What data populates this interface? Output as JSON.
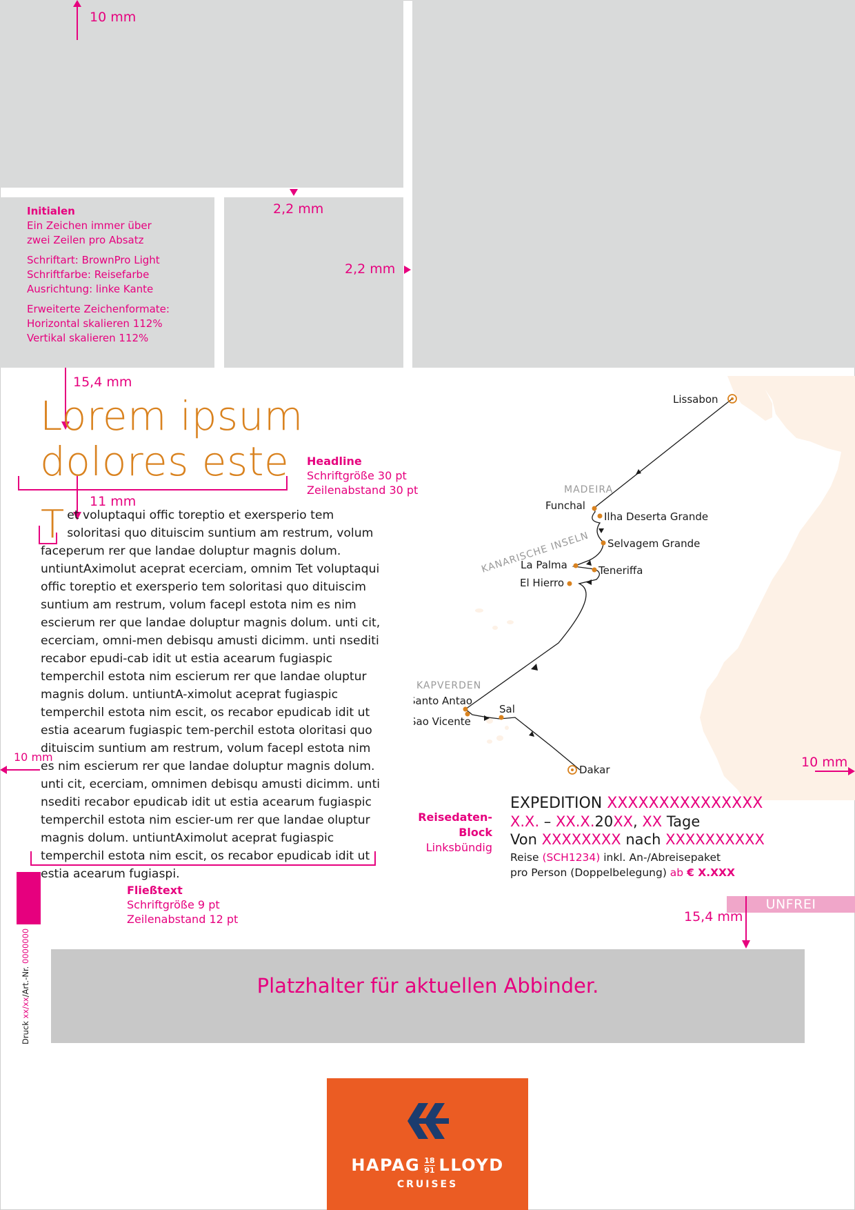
{
  "measurements": {
    "top_margin": "10 mm",
    "gap_horizontal": "2,2 mm",
    "gap_vertical": "2,2 mm",
    "headline_offset": "15,4 mm",
    "text_offset": "11 mm",
    "left_margin": "10 mm",
    "right_margin": "10 mm",
    "bottom_offset": "15,4 mm"
  },
  "initialen_note": {
    "title": "Initialen",
    "line1": "Ein Zeichen immer über",
    "line2": "zwei Zeilen pro Absatz",
    "line3": "Schriftart: BrownPro Light",
    "line4": "Schriftfarbe: Reisefarbe",
    "line5": "Ausrichtung: linke Kante",
    "line6": "Erweiterte Zeichenformate:",
    "line7": "Horizontal skalieren 112%",
    "line8": "Vertikal skalieren 112%"
  },
  "headline": {
    "line1": "Lorem ipsum",
    "line2": "dolores este"
  },
  "headline_note": {
    "title": "Headline",
    "line1": "Schriftgröße 30 pt",
    "line2": "Zeilenabstand 30 pt"
  },
  "body": {
    "dropcap": "T",
    "text": "et voluptaqui offic toreptio et exersperio tem soloritasi quo dituiscim suntium am restrum, volum faceperum rer que landae doluptur magnis dolum. untiuntAximolut aceprat ecerciam, omnim Tet voluptaqui offic toreptio et exersperio tem soloritasi quo dituiscim suntium am restrum, volum facepl estota nim es nim escierum rer que landae doluptur magnis dolum. unti cit, ecerciam, omni-men debisqu amusti dicimm. unti nsediti recabor epudi-cab idit ut estia acearum fugiaspic temperchil estota nim escierum rer que landae oluptur magnis dolum. untiuntA-ximolut aceprat fugiaspic temperchil estota nim escit, os recabor epudicab idit ut estia acearum fugiaspic tem-perchil estota oloritasi quo dituiscim suntium am restrum, volum facepl estota nim es nim escierum rer que landae doluptur magnis dolum. unti cit, ecerciam, omnimen debisqu amusti dicimm. unti nsediti recabor epudicab idit ut estia acearum fugiaspic temperchil estota nim escier-um rer que landae oluptur magnis dolum. untiuntAximolut aceprat fugiaspic temperchil estota nim escit, os recabor epudicab idit ut estia acearum fugiaspi."
  },
  "fliesstext_note": {
    "title": "Fließtext",
    "line1": "Schriftgröße 9 pt",
    "line2": "Zeilenabstand 12 pt"
  },
  "reisedaten_note": {
    "title": "Reisedaten-Block",
    "line1": "Linksbündig"
  },
  "map": {
    "ports": {
      "lissabon": "Lissabon",
      "funchal": "Funchal",
      "ilha": "Ilha Deserta Grande",
      "selvagem": "Selvagem Grande",
      "lapalma": "La Palma",
      "teneriffa": "Teneriffa",
      "elhierro": "El Hierro",
      "santoantao": "Santo Antao",
      "saovicente": "Sao Vicente",
      "sal": "Sal",
      "dakar": "Dakar"
    },
    "regions": {
      "madeira": "MADEIRA",
      "kanaren": "KANARISCHE INSELN",
      "kapverden": "KAPVERDEN"
    }
  },
  "travel": {
    "line1_prefix": "EXPEDITION ",
    "line1_placeholder": "XXXXXXXXXXXXXXX",
    "line2_a": "X.X.",
    "line2_b": " – ",
    "line2_c": "XX.X.",
    "line2_d": "20",
    "line2_e": "XX",
    "line2_f": ", ",
    "line2_g": "XX",
    "line2_h": " Tage",
    "line3_a": "Von ",
    "line3_b": "XXXXXXXX",
    "line3_c": " nach ",
    "line3_d": "XXXXXXXXXX",
    "line4_a": "Reise ",
    "line4_b": "(SCH1234)",
    "line4_c": " inkl. An-/Abreisepaket",
    "line5_a": "pro Person (Doppelbelegung) ",
    "line5_b": "ab ",
    "line5_c": "€ X.XXX"
  },
  "unfrei": "UNFREI",
  "abbinder": "Platzhalter für aktuellen Abbinder.",
  "druck": {
    "a": "Druck ",
    "b": "xx/xx",
    "c": "/Art.-Nr. ",
    "d": "0000000"
  },
  "logo": {
    "left": "HAPAG",
    "num_top": "18",
    "num_bottom": "91",
    "right": "LLOYD",
    "sub": "CRUISES"
  },
  "colors": {
    "magenta": "#e6007e",
    "orange_headline": "#d9821f",
    "logo_orange": "#eb5c23",
    "logo_blue": "#1c3c6e",
    "image_grey": "#d9dada",
    "abbinder_grey": "#c8c8c8"
  }
}
